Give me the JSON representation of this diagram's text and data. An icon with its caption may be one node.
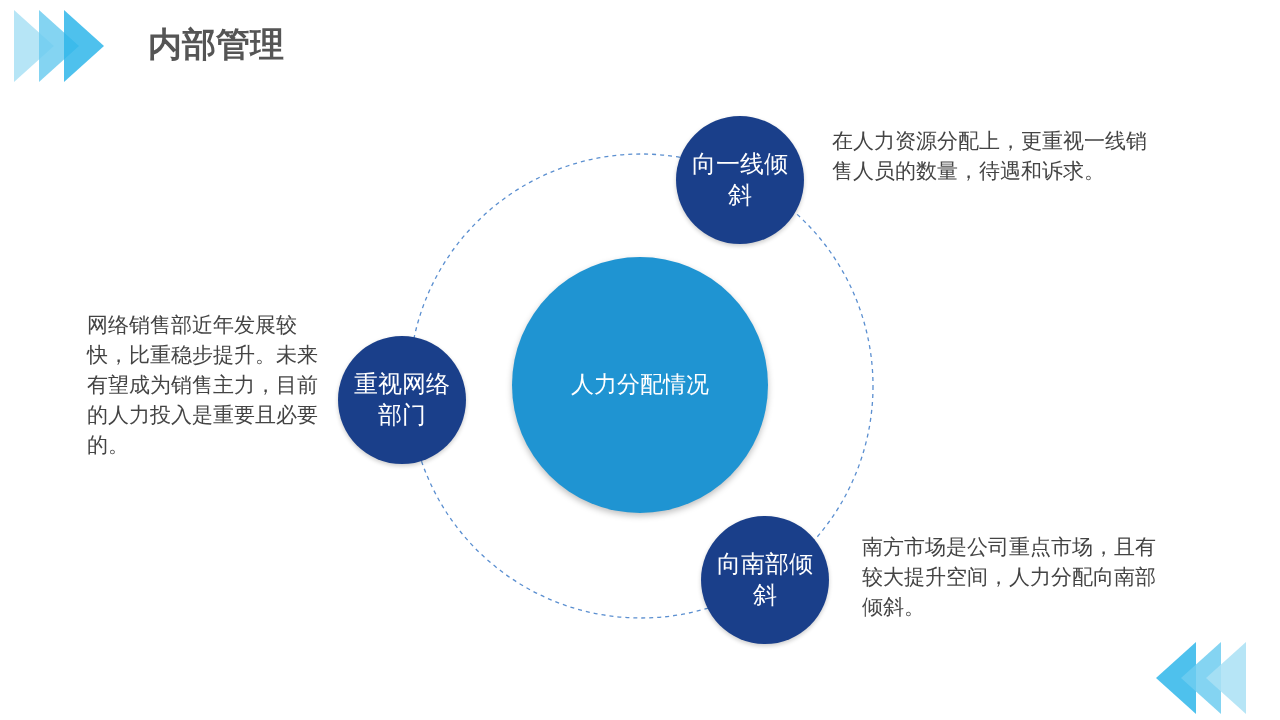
{
  "diagram": {
    "title": "内部管理",
    "nodes": [
      {
        "text": [
          "人力分配情况"
        ]
      },
      {
        "text": [
          "向一线倾斜"
        ],
        "beside": [
          "在人力资源分配上，更重视一线销售人员的数量，待遇和诉求。"
        ]
      },
      {
        "text": [
          "重视网络部门"
        ],
        "beside": [
          "网络销售部近年发展较快，比重稳步提升。未来有望成为销售主力，目前的人力投入是重要且必要的。"
        ]
      },
      {
        "text": [
          "向南部倾斜"
        ],
        "beside": [
          "南方市场是公司重点市场，且有较大提升空间，人力分配向南部倾斜。"
        ]
      }
    ]
  }
}
